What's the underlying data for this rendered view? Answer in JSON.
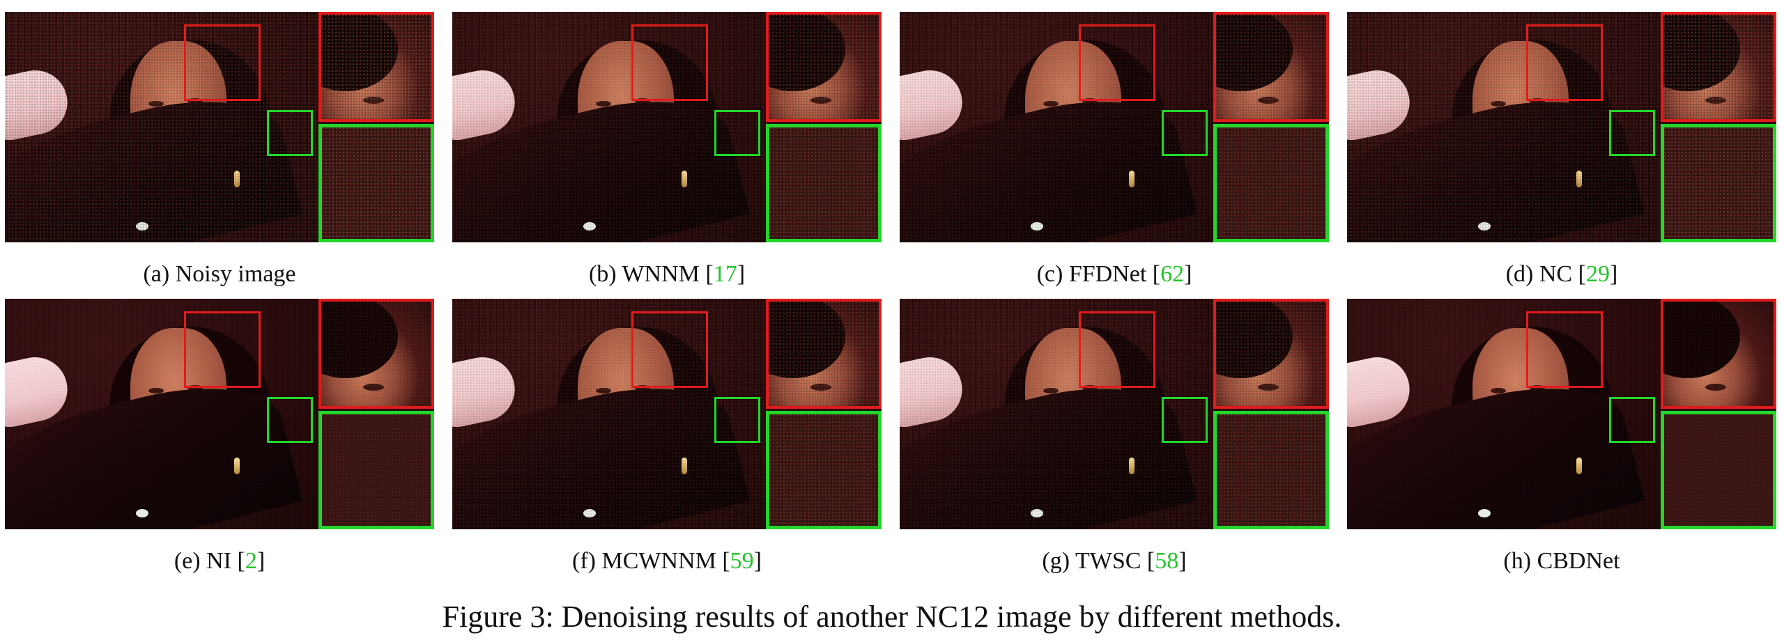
{
  "figure_caption": "Figure 3: Denoising results of another NC12 image by different methods.",
  "colors": {
    "red_box": "#e21b1b",
    "green_box": "#22d62a",
    "citation": "#22c42a"
  },
  "panels": [
    {
      "label": "(a) Noisy image",
      "method": "",
      "ref": "",
      "close": ""
    },
    {
      "label": "(b) ",
      "method": "WNNM [",
      "ref": "17",
      "close": "]"
    },
    {
      "label": "(c) ",
      "method": "FFDNet [",
      "ref": "62",
      "close": "]"
    },
    {
      "label": "(d) ",
      "method": "NC [",
      "ref": "29",
      "close": "]"
    },
    {
      "label": "(e) ",
      "method": "NI [",
      "ref": "2",
      "close": "]"
    },
    {
      "label": "(f) ",
      "method": "MCWNNM [",
      "ref": "59",
      "close": "]"
    },
    {
      "label": "(g) ",
      "method": "TWSC [",
      "ref": "58",
      "close": "]"
    },
    {
      "label": "(h) CBDNet",
      "method": "",
      "ref": "",
      "close": ""
    }
  ]
}
